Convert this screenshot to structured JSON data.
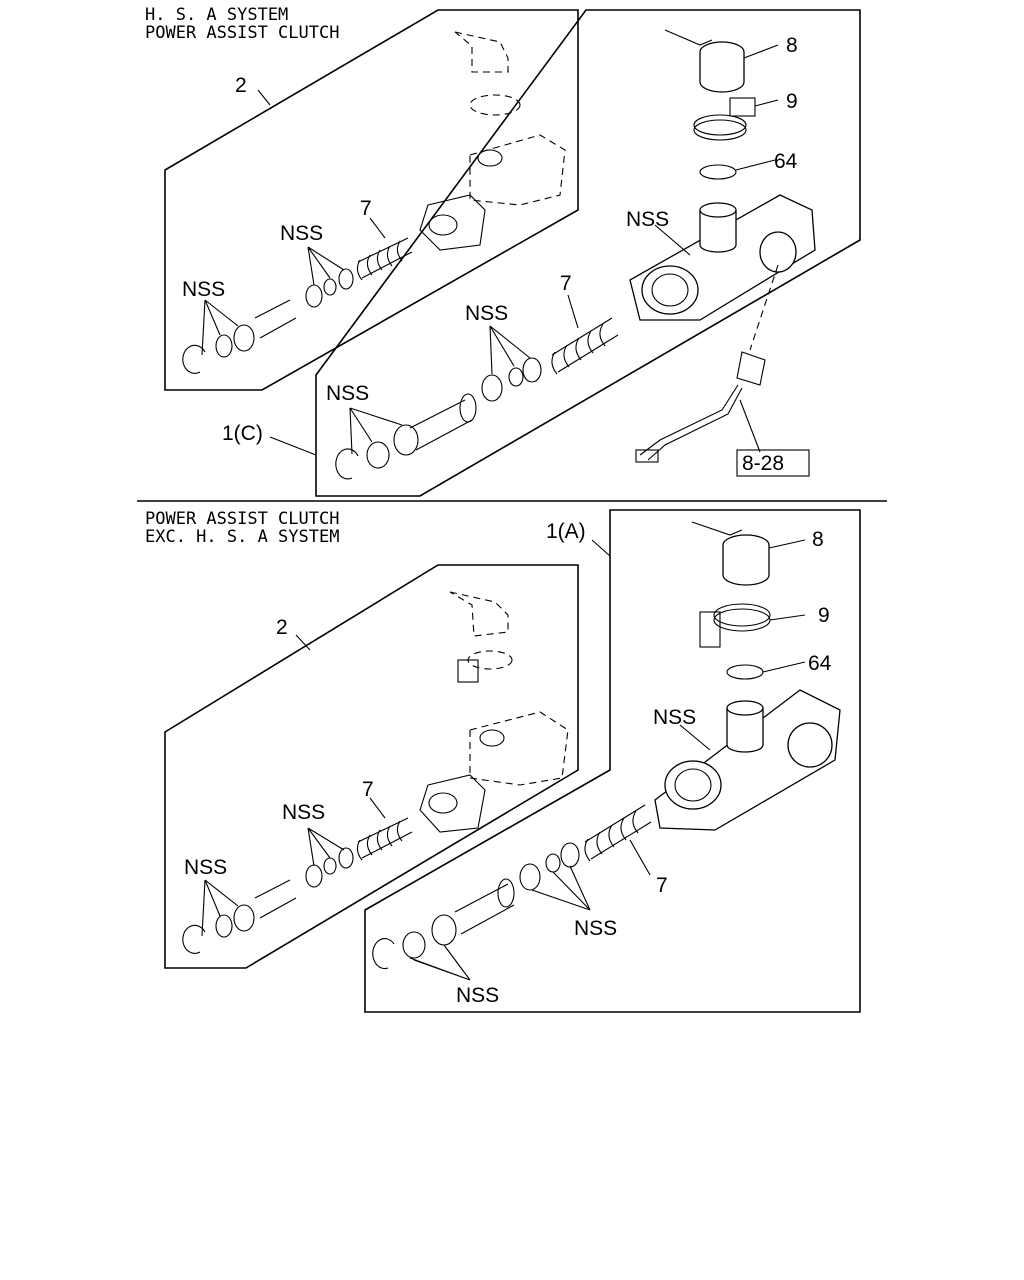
{
  "sections": [
    {
      "title_lines": [
        "H. S. A SYSTEM",
        "POWER ASSIST CLUTCH"
      ],
      "labels": {
        "assembly": "1(C)",
        "inner_kit": "2",
        "part_a": "8",
        "part_b": "9",
        "part_c": "64",
        "part_d": "7",
        "nss": "NSS",
        "reference": "8-28"
      }
    },
    {
      "title_lines": [
        "POWER ASSIST CLUTCH",
        "EXC. H. S. A SYSTEM"
      ],
      "labels": {
        "assembly": "1(A)",
        "inner_kit": "2",
        "part_a": "8",
        "part_b": "9",
        "part_c": "64",
        "part_d": "7",
        "nss": "NSS"
      }
    }
  ]
}
